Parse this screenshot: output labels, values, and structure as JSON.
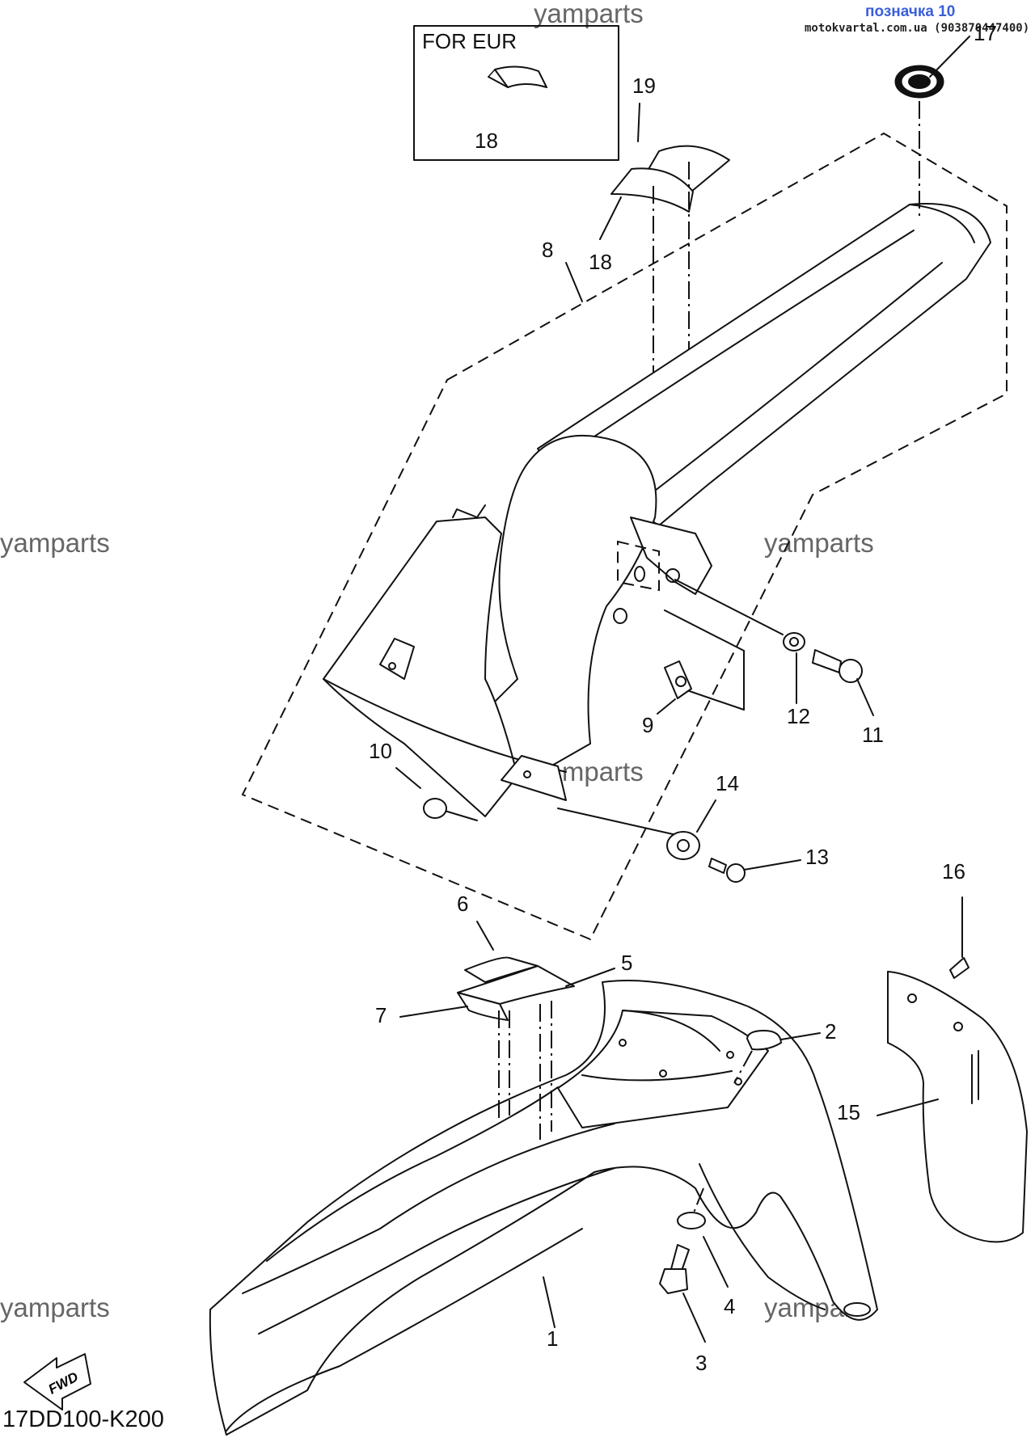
{
  "header": {
    "link_text": "позначка 10",
    "site_text": "motokvartal.com.ua (903870447400)"
  },
  "inset": {
    "label": "FOR EUR",
    "part": "18"
  },
  "diagram_code": "17DD100-K200",
  "fwd_arrow_label": "FWD",
  "watermark": "yamparts",
  "callouts": [
    "1",
    "2",
    "3",
    "4",
    "5",
    "6",
    "7",
    "8",
    "9",
    "10",
    "11",
    "12",
    "13",
    "14",
    "15",
    "16",
    "17",
    "18",
    "18",
    "19"
  ]
}
